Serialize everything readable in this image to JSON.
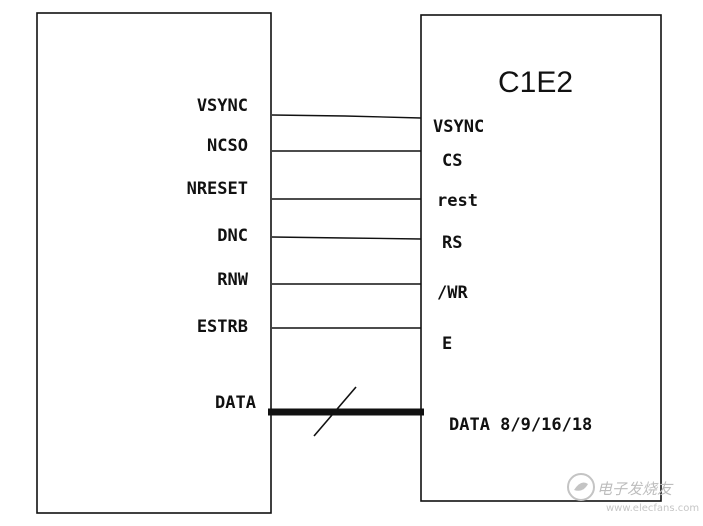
{
  "host_chip": {
    "signals": [
      "VSYNC",
      "NCSO",
      "NRESET",
      "DNC",
      "RNW",
      "ESTRB",
      "DATA"
    ]
  },
  "lcd_chip": {
    "title": "C1E2",
    "pins": [
      "VSYNC",
      "CS",
      "rest",
      "RS",
      "/WR",
      "E",
      "DATA 8/9/16/18"
    ]
  },
  "watermark": {
    "text": "电子发烧友",
    "url": "www.elecfans.com"
  },
  "colors": {
    "line": "#111111",
    "watermark": "#bdbdbd"
  }
}
